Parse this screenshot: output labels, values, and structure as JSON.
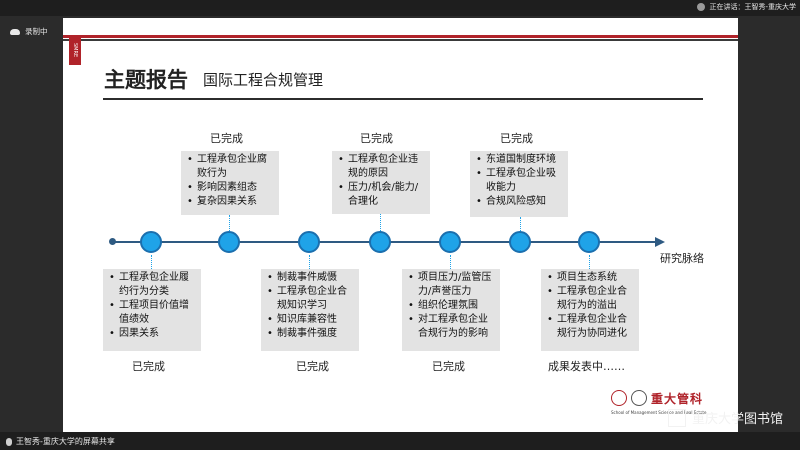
{
  "window": {
    "speaking_label": "正在讲话：王智秀-重庆大学",
    "recording_label": "录制中",
    "share_label": "王智秀-重庆大学的屏幕共享",
    "watermark": "重庆大学图书馆"
  },
  "slide": {
    "title_main": "主题报告",
    "title_sub": "国际工程合规管理",
    "timeline_label": "研究脉络",
    "brand_tab": "SMRE",
    "top_items": [
      {
        "status": "已完成",
        "bullets": [
          "工程承包企业腐败行为",
          "影响因素组态",
          "复杂因果关系"
        ]
      },
      {
        "status": "已完成",
        "bullets": [
          "工程承包企业违规的原因",
          "压力/机会/能力/合理化"
        ]
      },
      {
        "status": "已完成",
        "bullets": [
          "东道国制度环境",
          "工程承包企业吸收能力",
          "合规风险感知"
        ]
      }
    ],
    "bottom_items": [
      {
        "status": "已完成",
        "bullets": [
          "工程承包企业履约行为分类",
          "工程项目价值增值绩效",
          "因果关系"
        ]
      },
      {
        "status": "已完成",
        "bullets": [
          "制裁事件威慑",
          "工程承包企业合规知识学习",
          "知识库兼容性",
          "制裁事件强度"
        ]
      },
      {
        "status": "已完成",
        "bullets": [
          "项目压力/监管压力/声誉压力",
          "组织伦理氛围",
          "对工程承包企业合规行为的影响"
        ]
      },
      {
        "status": "成果发表中……",
        "bullets": [
          "项目生态系统",
          "工程承包企业合规行为的溢出",
          "工程承包企业合规行为协同进化"
        ]
      }
    ],
    "logo_text": "重大管科",
    "logo_caption": "School of Management Science and Real Estate"
  },
  "colors": {
    "accent_red": "#b0232a",
    "node_blue": "#1fa3e8",
    "timeline_blue": "#2e5a82",
    "box_gray": "#e3e3e3"
  }
}
